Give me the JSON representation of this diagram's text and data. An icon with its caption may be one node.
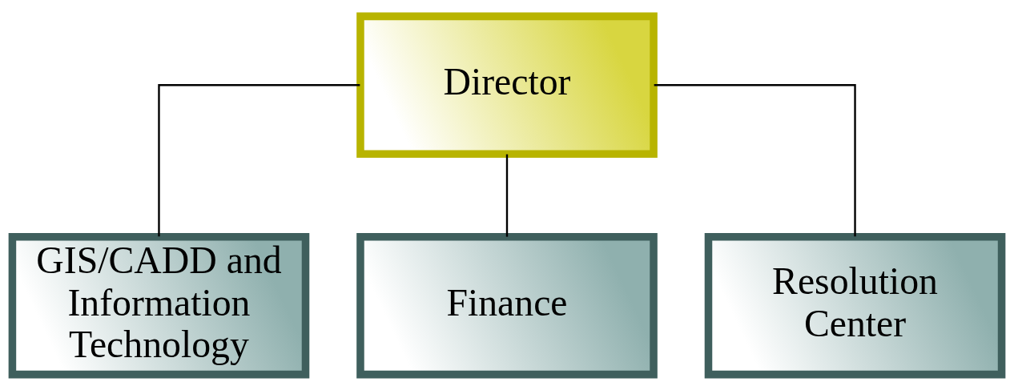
{
  "diagram": {
    "nodes": [
      {
        "text": [
          "Director"
        ]
      },
      {
        "text": [
          "GIS/CADD and Information Technology"
        ]
      },
      {
        "text": [
          "Finance"
        ]
      },
      {
        "text": [
          "Resolution Center"
        ]
      }
    ],
    "edges": [
      {
        "from": 0,
        "to": 1,
        "arrow": "none"
      },
      {
        "from": 0,
        "to": 2,
        "arrow": "none"
      },
      {
        "from": 0,
        "to": 3,
        "arrow": "none"
      }
    ]
  }
}
